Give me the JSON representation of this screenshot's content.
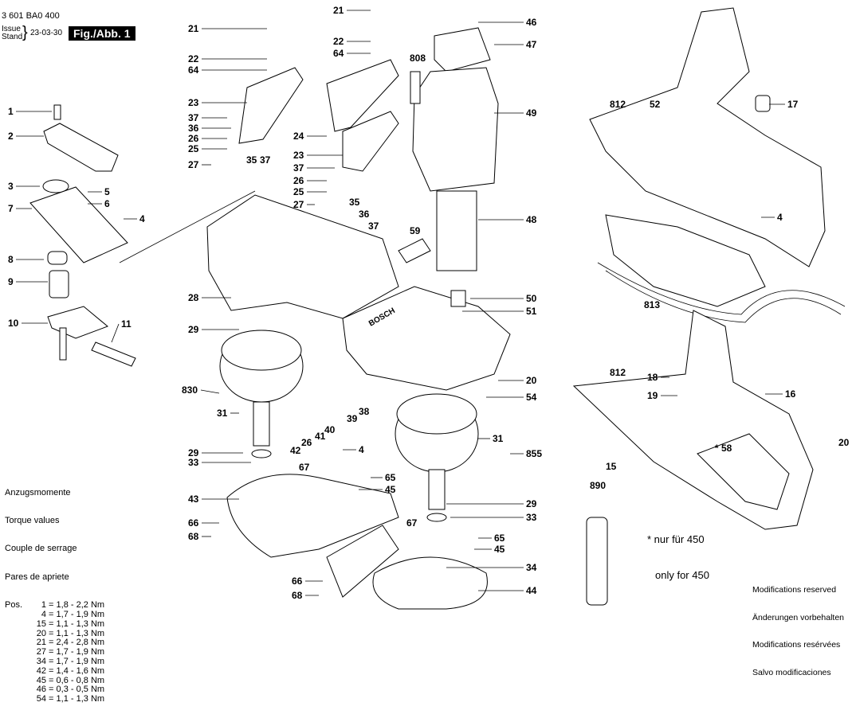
{
  "header": {
    "part_number": "3 601 BA0 400",
    "issue_label": "Issue",
    "stand_label": "Stand",
    "date": "23-03-30",
    "figure": "Fig./Abb. 1"
  },
  "torque": {
    "titles": [
      "Anzugsmomente",
      "Torque values",
      "Couple de serrage",
      "Pares de apriete"
    ],
    "pos_label": "Pos.",
    "rows": [
      [
        "1",
        "1,8 - 2,2 Nm"
      ],
      [
        "4",
        "1,7 - 1,9 Nm"
      ],
      [
        "15",
        "1,1 - 1,3 Nm"
      ],
      [
        "20",
        "1,1 - 1,3 Nm"
      ],
      [
        "21",
        "2,4 - 2,8 Nm"
      ],
      [
        "27",
        "1,7 - 1,9 Nm"
      ],
      [
        "34",
        "1,7 - 1,9 Nm"
      ],
      [
        "42",
        "1,4 - 1,6 Nm"
      ],
      [
        "45",
        "0,6 - 0,8 Nm"
      ],
      [
        "46",
        "0,3 - 0,5 Nm"
      ],
      [
        "54",
        "1,1 - 1,3 Nm"
      ]
    ]
  },
  "note": {
    "line1": "* nur für 450",
    "line2": "only for 450"
  },
  "modifications": [
    "Modifications reserved",
    "Änderungen vorbehalten",
    "Modifications resérvées",
    "Salvo modificaciones"
  ],
  "callouts": [
    "1",
    "2",
    "3",
    "5",
    "6",
    "4",
    "7",
    "8",
    "9",
    "10",
    "11",
    "21",
    "22",
    "64",
    "23",
    "37",
    "36",
    "26",
    "25",
    "27",
    "35",
    "37",
    "21",
    "22",
    "64",
    "24",
    "23",
    "37",
    "26",
    "25",
    "27",
    "35",
    "36",
    "37",
    "46",
    "47",
    "808",
    "49",
    "48",
    "59",
    "50",
    "51",
    "28",
    "29",
    "830",
    "31",
    "20",
    "54",
    "39",
    "38",
    "40",
    "41",
    "26",
    "42",
    "4",
    "29",
    "33",
    "67",
    "65",
    "45",
    "43",
    "66",
    "68",
    "31",
    "855",
    "29",
    "33",
    "67",
    "65",
    "45",
    "34",
    "66",
    "68",
    "44",
    "812",
    "52",
    "17",
    "4",
    "813",
    "812",
    "18",
    "19",
    "16",
    "20",
    "15",
    "* 58",
    "890"
  ],
  "logo_text": "BOSCH"
}
